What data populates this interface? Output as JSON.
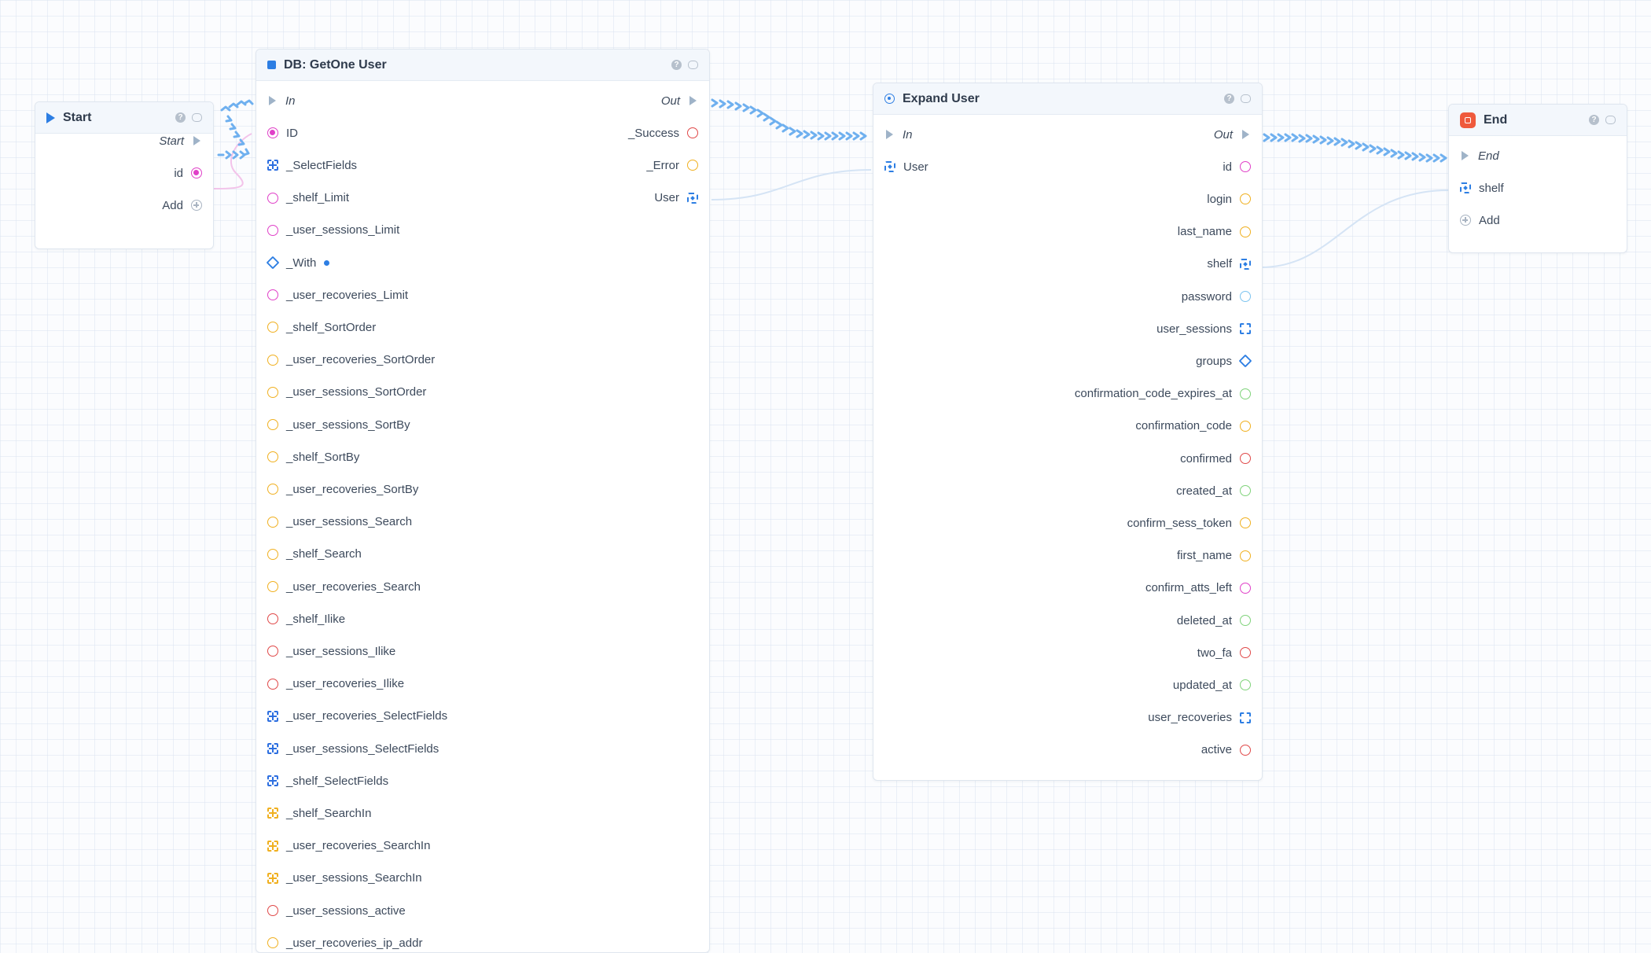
{
  "nodes": {
    "start": {
      "title": "Start",
      "outputs": [
        {
          "label": "Start",
          "pin": "exec",
          "italic": true
        },
        {
          "label": "id",
          "pin": "dot",
          "color": "#e040c8"
        },
        {
          "label": "Add",
          "pin": "add"
        }
      ]
    },
    "db": {
      "title": "DB: GetOne User",
      "inputs": [
        {
          "label": "In",
          "pin": "exec",
          "italic": true
        },
        {
          "label": "ID",
          "pin": "dot",
          "color": "#e040c8"
        },
        {
          "label": "_SelectFields",
          "pin": "grid",
          "color": "#2d6fe0"
        },
        {
          "label": "_shelf_Limit",
          "pin": "circle",
          "color": "#e040c8"
        },
        {
          "label": "_user_sessions_Limit",
          "pin": "circle",
          "color": "#e040c8"
        },
        {
          "label": "_With",
          "pin": "diamond",
          "color": "#2d7ee3",
          "extra": "dot"
        },
        {
          "label": "_user_recoveries_Limit",
          "pin": "circle",
          "color": "#e040c8"
        },
        {
          "label": "_shelf_SortOrder",
          "pin": "circle",
          "color": "#f0b020"
        },
        {
          "label": "_user_recoveries_SortOrder",
          "pin": "circle",
          "color": "#f0b020"
        },
        {
          "label": "_user_sessions_SortOrder",
          "pin": "circle",
          "color": "#f0b020"
        },
        {
          "label": "_user_sessions_SortBy",
          "pin": "circle",
          "color": "#f0b020"
        },
        {
          "label": "_shelf_SortBy",
          "pin": "circle",
          "color": "#f0b020"
        },
        {
          "label": "_user_recoveries_SortBy",
          "pin": "circle",
          "color": "#f0b020"
        },
        {
          "label": "_user_sessions_Search",
          "pin": "circle",
          "color": "#f0b020"
        },
        {
          "label": "_shelf_Search",
          "pin": "circle",
          "color": "#f0b020"
        },
        {
          "label": "_user_recoveries_Search",
          "pin": "circle",
          "color": "#f0b020"
        },
        {
          "label": "_shelf_Ilike",
          "pin": "circle",
          "color": "#e04848"
        },
        {
          "label": "_user_sessions_Ilike",
          "pin": "circle",
          "color": "#e04848"
        },
        {
          "label": "_user_recoveries_Ilike",
          "pin": "circle",
          "color": "#e04848"
        },
        {
          "label": "_user_recoveries_SelectFields",
          "pin": "grid",
          "color": "#2d6fe0"
        },
        {
          "label": "_user_sessions_SelectFields",
          "pin": "grid",
          "color": "#2d6fe0"
        },
        {
          "label": "_shelf_SelectFields",
          "pin": "grid",
          "color": "#2d6fe0"
        },
        {
          "label": "_shelf_SearchIn",
          "pin": "grid",
          "color": "#f0b020"
        },
        {
          "label": "_user_recoveries_SearchIn",
          "pin": "grid",
          "color": "#f0b020"
        },
        {
          "label": "_user_sessions_SearchIn",
          "pin": "grid",
          "color": "#f0b020"
        },
        {
          "label": "_user_sessions_active",
          "pin": "circle",
          "color": "#e04848"
        },
        {
          "label": "_user_recoveries_ip_addr",
          "pin": "circle",
          "color": "#f0b020"
        }
      ],
      "outputs": [
        {
          "label": "Out",
          "pin": "exec",
          "italic": true
        },
        {
          "label": "_Success",
          "pin": "circle",
          "color": "#e04848"
        },
        {
          "label": "_Error",
          "pin": "circle",
          "color": "#f0b020"
        },
        {
          "label": "User",
          "pin": "obj",
          "color": "#2d7ee3"
        }
      ]
    },
    "expand": {
      "title": "Expand User",
      "inputs": [
        {
          "label": "In",
          "pin": "exec",
          "italic": true
        },
        {
          "label": "User",
          "pin": "obj",
          "color": "#2d7ee3"
        }
      ],
      "outputs": [
        {
          "label": "Out",
          "pin": "exec",
          "italic": true
        },
        {
          "label": "id",
          "pin": "circle",
          "color": "#e040c8"
        },
        {
          "label": "login",
          "pin": "circle",
          "color": "#f0b020"
        },
        {
          "label": "last_name",
          "pin": "circle",
          "color": "#f0b020"
        },
        {
          "label": "shelf",
          "pin": "obj",
          "color": "#2d7ee3"
        },
        {
          "label": "password",
          "pin": "circle",
          "color": "#7cc4f0"
        },
        {
          "label": "user_sessions",
          "pin": "bracket",
          "color": "#2d7ee3"
        },
        {
          "label": "groups",
          "pin": "diamond",
          "color": "#2d7ee3"
        },
        {
          "label": "confirmation_code_expires_at",
          "pin": "circle",
          "color": "#7fd37a"
        },
        {
          "label": "confirmation_code",
          "pin": "circle",
          "color": "#f0b020"
        },
        {
          "label": "confirmed",
          "pin": "circle",
          "color": "#e04848"
        },
        {
          "label": "created_at",
          "pin": "circle",
          "color": "#7fd37a"
        },
        {
          "label": "confirm_sess_token",
          "pin": "circle",
          "color": "#f0b020"
        },
        {
          "label": "first_name",
          "pin": "circle",
          "color": "#f0b020"
        },
        {
          "label": "confirm_atts_left",
          "pin": "circle",
          "color": "#e040c8"
        },
        {
          "label": "deleted_at",
          "pin": "circle",
          "color": "#7fd37a"
        },
        {
          "label": "two_fa",
          "pin": "circle",
          "color": "#e04848"
        },
        {
          "label": "updated_at",
          "pin": "circle",
          "color": "#7fd37a"
        },
        {
          "label": "user_recoveries",
          "pin": "bracket",
          "color": "#2d7ee3"
        },
        {
          "label": "active",
          "pin": "circle",
          "color": "#e04848"
        }
      ]
    },
    "end": {
      "title": "End",
      "inputs": [
        {
          "label": "End",
          "pin": "exec",
          "italic": true
        },
        {
          "label": "shelf",
          "pin": "obj",
          "color": "#2d7ee3"
        },
        {
          "label": "Add",
          "pin": "add"
        }
      ]
    }
  },
  "colors": {
    "exec_wire": "#6fb0ef",
    "data_wire": "#cfe0f4",
    "id_wire": "#f0b8e8"
  }
}
